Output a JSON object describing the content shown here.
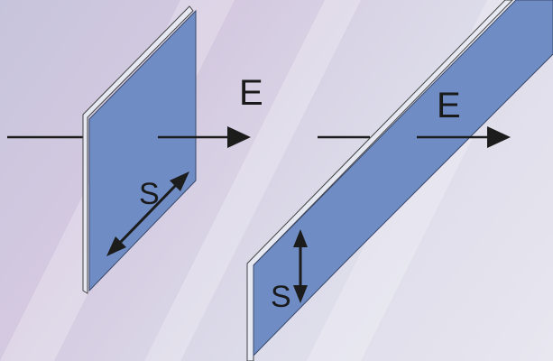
{
  "diagram": {
    "left_panel": {
      "field_label": "E",
      "displacement_label": "S"
    },
    "right_panel": {
      "field_label": "E",
      "displacement_label": "S"
    },
    "colors": {
      "plate_face": "#6f8cc4",
      "plate_edge": "#e6e9f2",
      "line": "#1c1c1c"
    }
  }
}
